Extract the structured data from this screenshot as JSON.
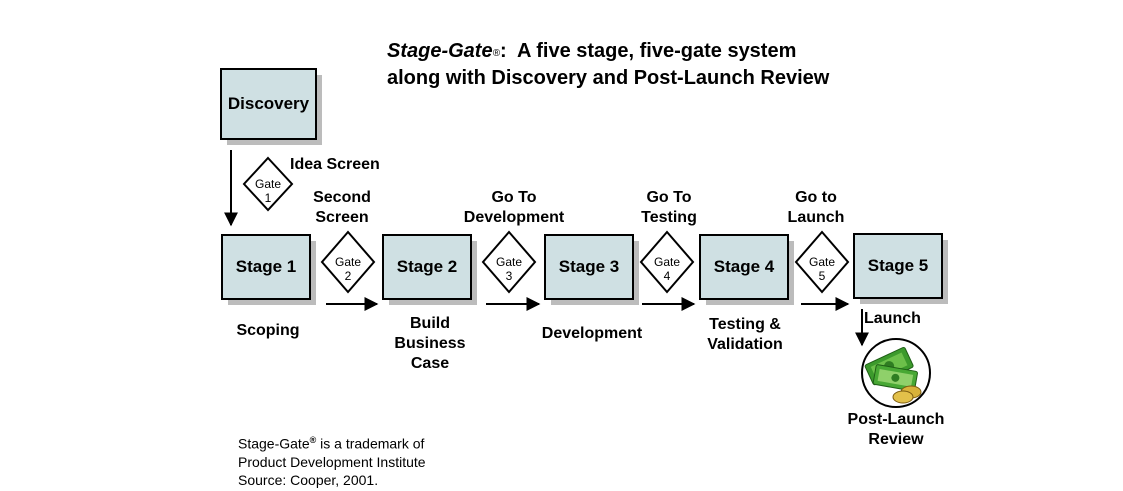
{
  "title": {
    "brand": "Stage-Gate",
    "reg_mark": "®",
    "line1_rest": ":  A five stage, five-gate system",
    "line2": "along with Discovery and Post-Launch Review"
  },
  "discovery": {
    "label": "Discovery"
  },
  "stages": [
    {
      "label": "Stage 1",
      "description": [
        "Scoping"
      ]
    },
    {
      "label": "Stage 2",
      "description": [
        "Build",
        "Business",
        "Case"
      ]
    },
    {
      "label": "Stage 3",
      "description": [
        "Development"
      ]
    },
    {
      "label": "Stage 4",
      "description": [
        "Testing &",
        "Validation"
      ]
    },
    {
      "label": "Stage 5",
      "description": []
    }
  ],
  "gates": [
    {
      "word": "Gate",
      "number": "1",
      "name": [
        "Idea Screen"
      ]
    },
    {
      "word": "Gate",
      "number": "2",
      "name": [
        "Second",
        "Screen"
      ]
    },
    {
      "word": "Gate",
      "number": "3",
      "name": [
        "Go To",
        "Development"
      ]
    },
    {
      "word": "Gate",
      "number": "4",
      "name": [
        "Go To",
        "Testing"
      ]
    },
    {
      "word": "Gate",
      "number": "5",
      "name": [
        "Go to",
        "Launch"
      ]
    }
  ],
  "launch": {
    "label": "Launch"
  },
  "post_launch": {
    "label": [
      "Post-Launch",
      "Review"
    ],
    "icon": "money-icon"
  },
  "footnote": {
    "line1_brand": "Stage-Gate",
    "line1_reg": "®",
    "line1_rest": " is a trademark of",
    "line2": "Product Development Institute",
    "line3": "Source: Cooper, 2001."
  },
  "colors": {
    "box_fill": "#cfe0e3",
    "box_shadow": "#bcbcbc",
    "outline": "#000000"
  }
}
